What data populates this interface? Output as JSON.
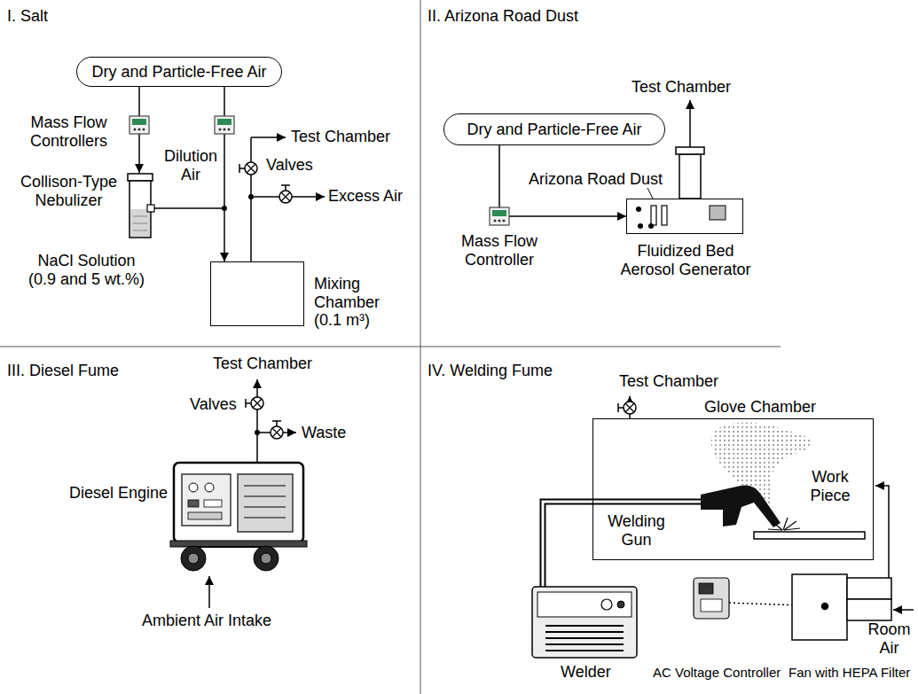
{
  "diagram": {
    "nodes": [
      {
        "text": [
          "Dry and Particle-Free Air"
        ]
      },
      {
        "text": [
          "Mixing Chamber (0.1 m³)"
        ]
      },
      {
        "text": [
          "Dry and Particle-Free Air"
        ]
      },
      {
        "text": [
          "Fluidized Bed Aerosol Generator"
        ]
      },
      {
        "text": [
          "Glove Chamber"
        ]
      }
    ],
    "edges": [
      {
        "from": 0,
        "to": 1,
        "arrow": "to"
      },
      {
        "from": 2,
        "to": 3,
        "arrow": "to"
      }
    ],
    "labels": [
      "I. Salt",
      "Mass Flow Controllers",
      "Dilution Air",
      "Test Chamber",
      "Valves",
      "Excess Air",
      "Collison-Type Nebulizer",
      "NaCl Solution (0.9 and 5 wt.%)",
      "II. Arizona Road Dust",
      "Test Chamber",
      "Arizona Road Dust",
      "Mass Flow Controller",
      "III. Diesel Fume",
      "Test Chamber",
      "Valves",
      "Diesel Engine",
      "Waste",
      "Ambient Air Intake",
      "IV. Welding Fume",
      "Test Chamber",
      "Welding Gun",
      "Work Piece",
      "Welder",
      "AC Voltage Controller",
      "Fan with HEPA Filter",
      "Room Air"
    ]
  }
}
